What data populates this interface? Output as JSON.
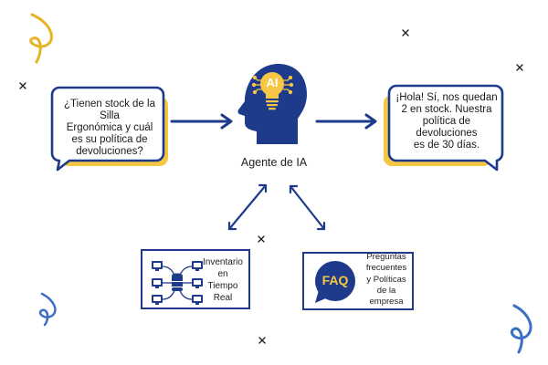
{
  "colors": {
    "navy": "#1e3a8a",
    "yellow": "#f6c744",
    "squiggle_yellow": "#e6b422",
    "squiggle_blue": "#3b6fc4"
  },
  "user_bubble": {
    "text_lines": [
      "¿Tienen stock de la",
      "Silla",
      "Ergonómica y cuál",
      "es su política de",
      "devoluciones?"
    ]
  },
  "agent": {
    "icon": "ai-head-lightbulb-icon",
    "badge": "AI",
    "label": "Agente de IA"
  },
  "reply_bubble": {
    "text_lines": [
      "¡Hola! Sí, nos quedan",
      "2 en stock. Nuestra",
      "política de",
      "devoluciones",
      "es de 30 días."
    ]
  },
  "inventory": {
    "icon": "database-network-icon",
    "text_lines": [
      "Inventario",
      "en",
      "Tiempo",
      "Real"
    ]
  },
  "faq": {
    "icon": "faq-speech-bubble-icon",
    "badge": "FAQ",
    "text_lines": [
      "Preguntas",
      "frecuentes",
      "y Políticas",
      "de la",
      "empresa"
    ]
  }
}
